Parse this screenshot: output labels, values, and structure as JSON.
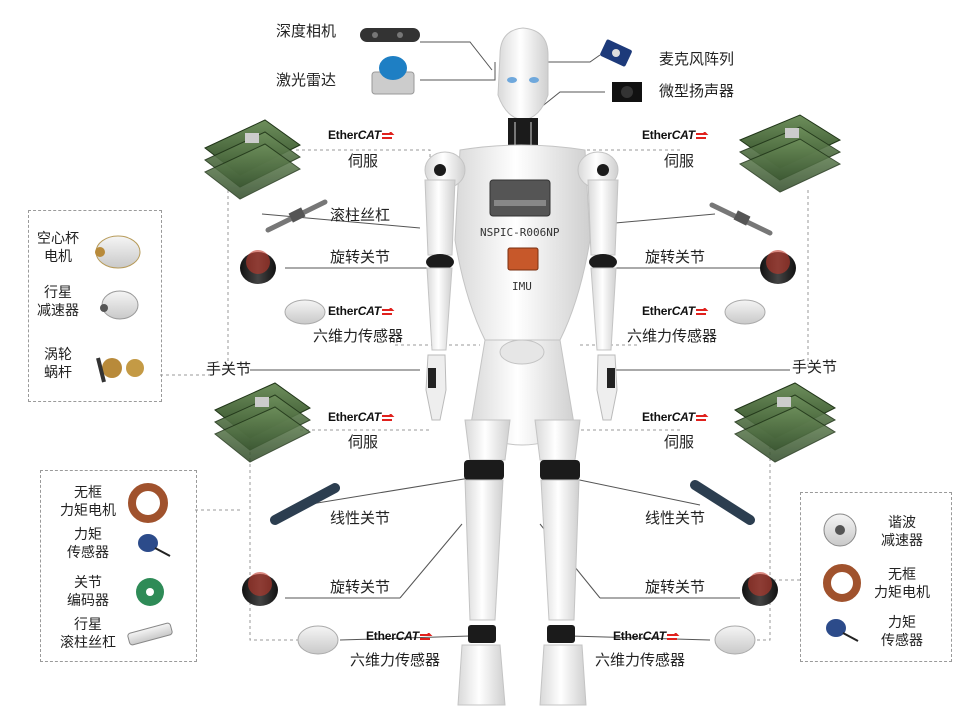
{
  "labels": {
    "depth_camera": "深度相机",
    "lidar": "激光雷达",
    "mic_array": "麦克风阵列",
    "speaker": "微型扬声器",
    "servo": "伺服",
    "ball_screw": "滚柱丝杠",
    "rotary_joint": "旋转关节",
    "ft_sensor": "六维力传感器",
    "hand_joint": "手关节",
    "linear_joint": "线性关节",
    "controller": "NSPIC-R006NP",
    "imu": "IMU"
  },
  "ethercat": {
    "ether": "Ether",
    "cat": "CAT"
  },
  "left_box": {
    "items": [
      {
        "line1": "空心杯",
        "line2": "电机"
      },
      {
        "line1": "行星",
        "line2": "减速器"
      },
      {
        "line1": "涡轮",
        "line2": "蜗杆"
      }
    ]
  },
  "left_leg_box": {
    "items": [
      {
        "line1": "无框",
        "line2": "力矩电机"
      },
      {
        "line1": "力矩",
        "line2": "传感器"
      },
      {
        "line1": "关节",
        "line2": "编码器"
      },
      {
        "line1": "行星",
        "line2": "滚柱丝杠"
      }
    ]
  },
  "right_leg_box": {
    "items": [
      {
        "line1": "谐波",
        "line2": "减速器"
      },
      {
        "line1": "无框",
        "line2": "力矩电机"
      },
      {
        "line1": "力矩",
        "line2": "传感器"
      }
    ]
  },
  "colors": {
    "robot": "#f2f2f2",
    "joint": "#1b1b1b",
    "line": "#555555",
    "ethercat_red": "#e0211d",
    "pcb": "#4a6b3c"
  }
}
